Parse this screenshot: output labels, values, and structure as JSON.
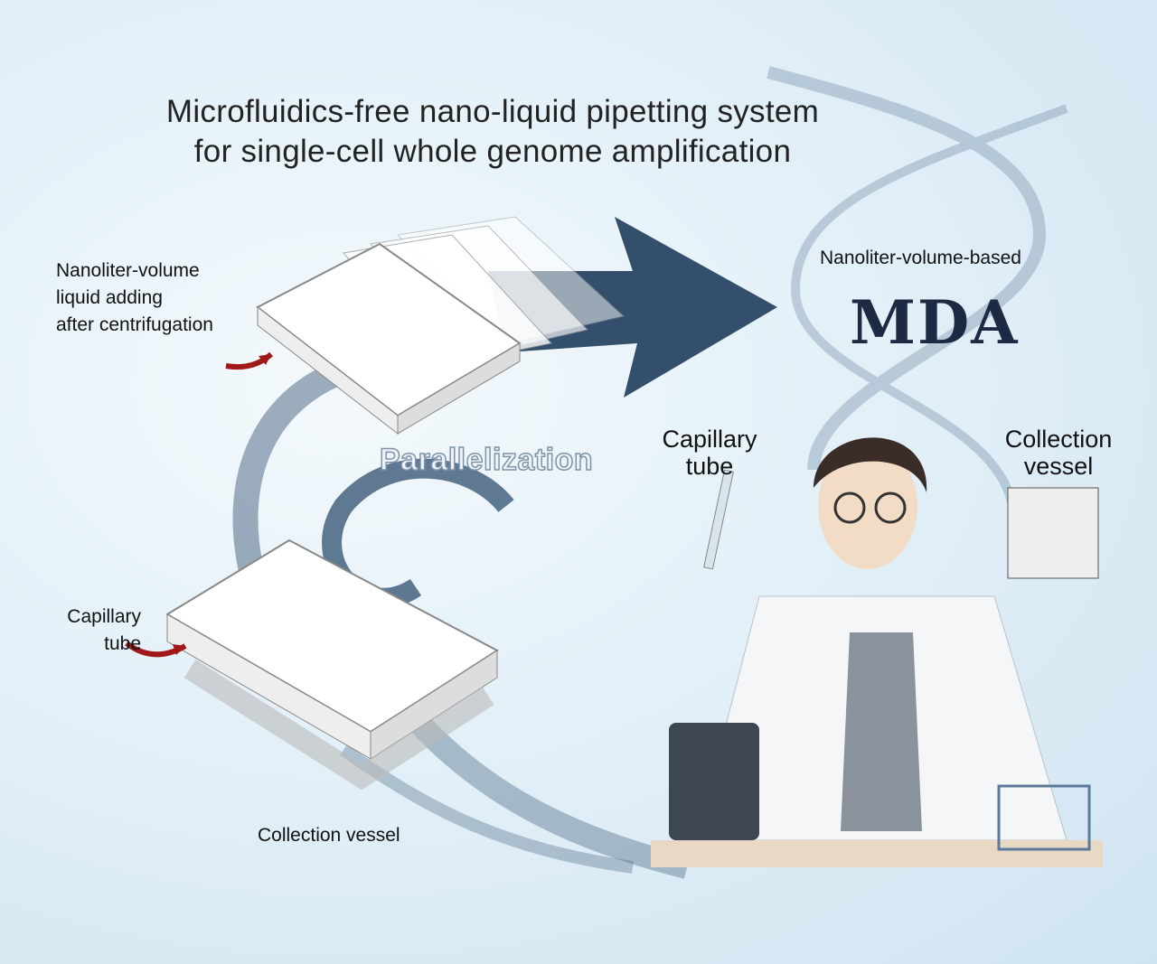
{
  "title": {
    "line1": "Microfluidics-free nano-liquid pipetting system",
    "line2": "for single-cell whole genome amplification"
  },
  "labels": {
    "nanoliter_adding": [
      "Nanoliter-volume",
      "liquid adding",
      "after centrifugation"
    ],
    "capillary_left": [
      "Capillary",
      "tube"
    ],
    "collection_bottom": "Collection vessel",
    "parallelization": "Parallelization",
    "nanoliter_based": "Nanoliter-volume-based",
    "mda": "MDA",
    "capillary_right": [
      "Capillary",
      "tube"
    ],
    "collection_right": [
      "Collection",
      "vessel"
    ]
  },
  "colors": {
    "arrow": "#1f3d5c",
    "accent_red": "#a01818",
    "background": "#dcebf5"
  }
}
